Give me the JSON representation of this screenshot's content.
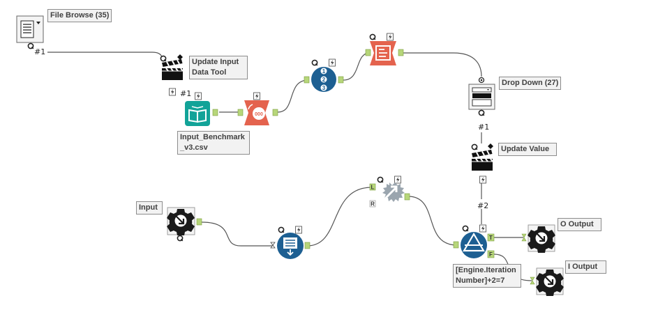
{
  "canvas": {
    "colors": {
      "background": "#ffffff",
      "connection": "#555555",
      "anchor": "#b7d67a",
      "in_out_blue": "#1d5f92",
      "orange": "#e4634e",
      "teal": "#12a398",
      "label_bg": "#f2f2f2",
      "label_border": "#8c8c8c"
    },
    "tools": [
      {
        "id": "file-browse",
        "label": "File Browse (35)",
        "icon": "file-browse-icon",
        "anchor_label": "#1"
      },
      {
        "id": "update-input",
        "label": "Update Input Data Tool",
        "icon": "clapperboard-icon",
        "anchor_label": "#1"
      },
      {
        "id": "input-csv",
        "label": "Input_Benchmark_v3.csv",
        "icon": "book-icon"
      },
      {
        "id": "record-id",
        "icon": "record-id-icon"
      },
      {
        "id": "select",
        "icon": "select-icon"
      },
      {
        "id": "summarize",
        "icon": "summarize-icon"
      },
      {
        "id": "drop-down",
        "label": "Drop Down (27)",
        "icon": "drop-down-icon",
        "anchor_label": "#1"
      },
      {
        "id": "update-value",
        "label": "Update Value",
        "icon": "clapperboard-icon",
        "anchor_label": "#2"
      },
      {
        "id": "macro-input",
        "label": "Input",
        "icon": "macro-input-icon"
      },
      {
        "id": "union",
        "icon": "union-icon"
      },
      {
        "id": "append",
        "icon": "append-fields-icon"
      },
      {
        "id": "filter",
        "label": "[Engine.Iteration Number]+2=7",
        "icon": "filter-icon",
        "anchors": [
          "T",
          "F"
        ]
      },
      {
        "id": "o-output",
        "label": "O Output",
        "icon": "macro-output-icon"
      },
      {
        "id": "i-output",
        "label": "I Output",
        "icon": "macro-output-icon"
      }
    ],
    "anchor_letters": {
      "left": "L",
      "right": "R",
      "true": "T",
      "false": "F"
    },
    "numbers": {
      "one": "1",
      "two": "2",
      "three": "3"
    }
  }
}
